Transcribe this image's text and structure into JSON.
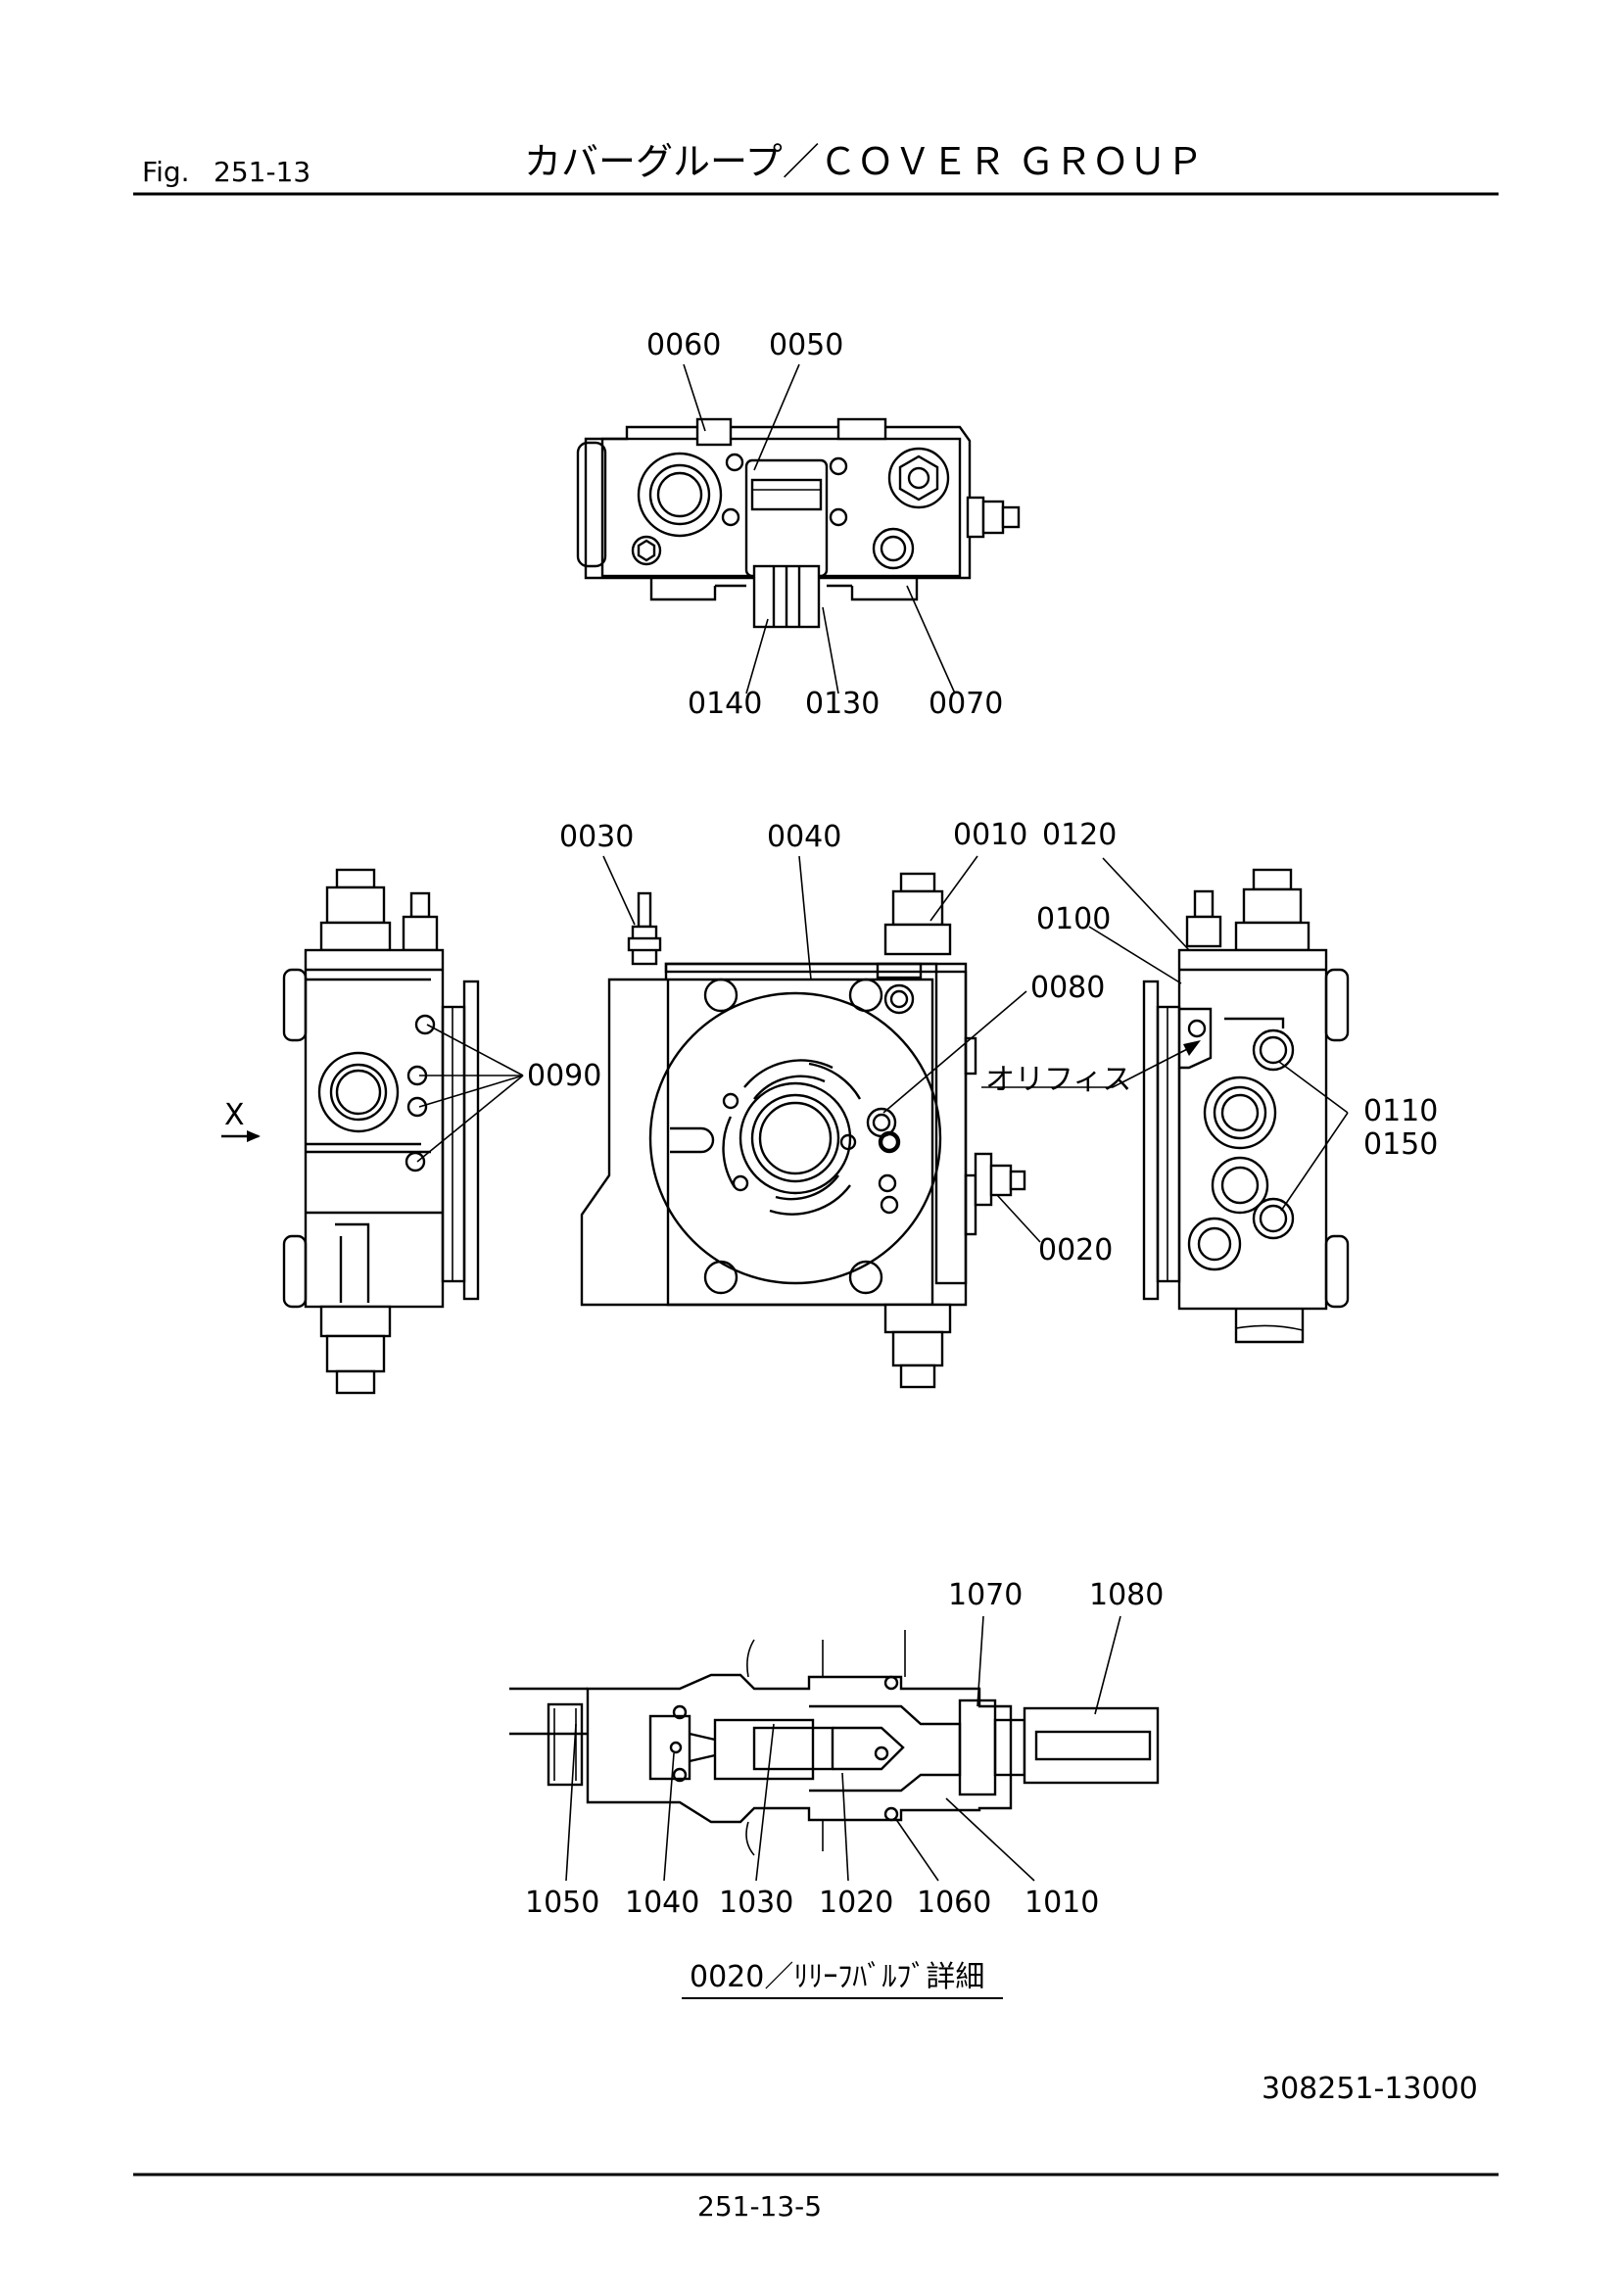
{
  "header": {
    "fig_label": "Fig.",
    "fig_number": "251-13",
    "title": "カバーグループ／ＣＯＶＥＲ ＧＲＯＵＰ"
  },
  "top_view": {
    "labels_top": [
      "0060",
      "0050"
    ],
    "labels_bottom": [
      "0140",
      "0130",
      "0070"
    ]
  },
  "left_view": {
    "label_0090": "0090",
    "view_marker": "X"
  },
  "center_view": {
    "label_0030": "0030",
    "label_0040": "0040",
    "label_0010": "0010",
    "label_0080": "0080",
    "label_0020": "0020"
  },
  "right_view": {
    "label_0120": "0120",
    "label_0100": "0100",
    "orifice": "オリフィス",
    "label_0110": "0110",
    "label_0150": "0150"
  },
  "relief_detail": {
    "labels_top": [
      "1070",
      "1080"
    ],
    "labels_bottom": [
      "1050",
      "1040",
      "1030",
      "1020",
      "1060",
      "1010"
    ],
    "caption": "0020／ﾘﾘｰﾌﾊﾞﾙﾌﾞ詳細"
  },
  "drawing_number": "308251-13000",
  "page_number": "251-13-5"
}
